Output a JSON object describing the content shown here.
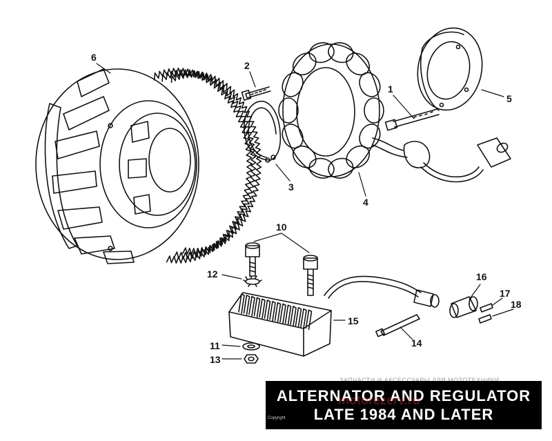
{
  "title": {
    "line1": "ALTERNATOR AND REGULATOR",
    "line2": "LATE  1984 AND LATER"
  },
  "watermarks": {
    "top": "ЗАПЧАСТИ И АКСЕССУАРЫ ДЛЯ МОТОТЕХНИКИ",
    "site": "motorezerv.ru",
    "copyright": "Copyright"
  },
  "callouts": {
    "c1": "1",
    "c2": "2",
    "c3": "3",
    "c4": "4",
    "c5": "5",
    "c6": "6",
    "c10": "10",
    "c11": "11",
    "c12": "12",
    "c13": "13",
    "c14": "14",
    "c15": "15",
    "c16": "16",
    "c17": "17",
    "c18": "18"
  },
  "colors": {
    "ink": "#111111",
    "title_bg": "#000000",
    "title_fg": "#ffffff"
  }
}
